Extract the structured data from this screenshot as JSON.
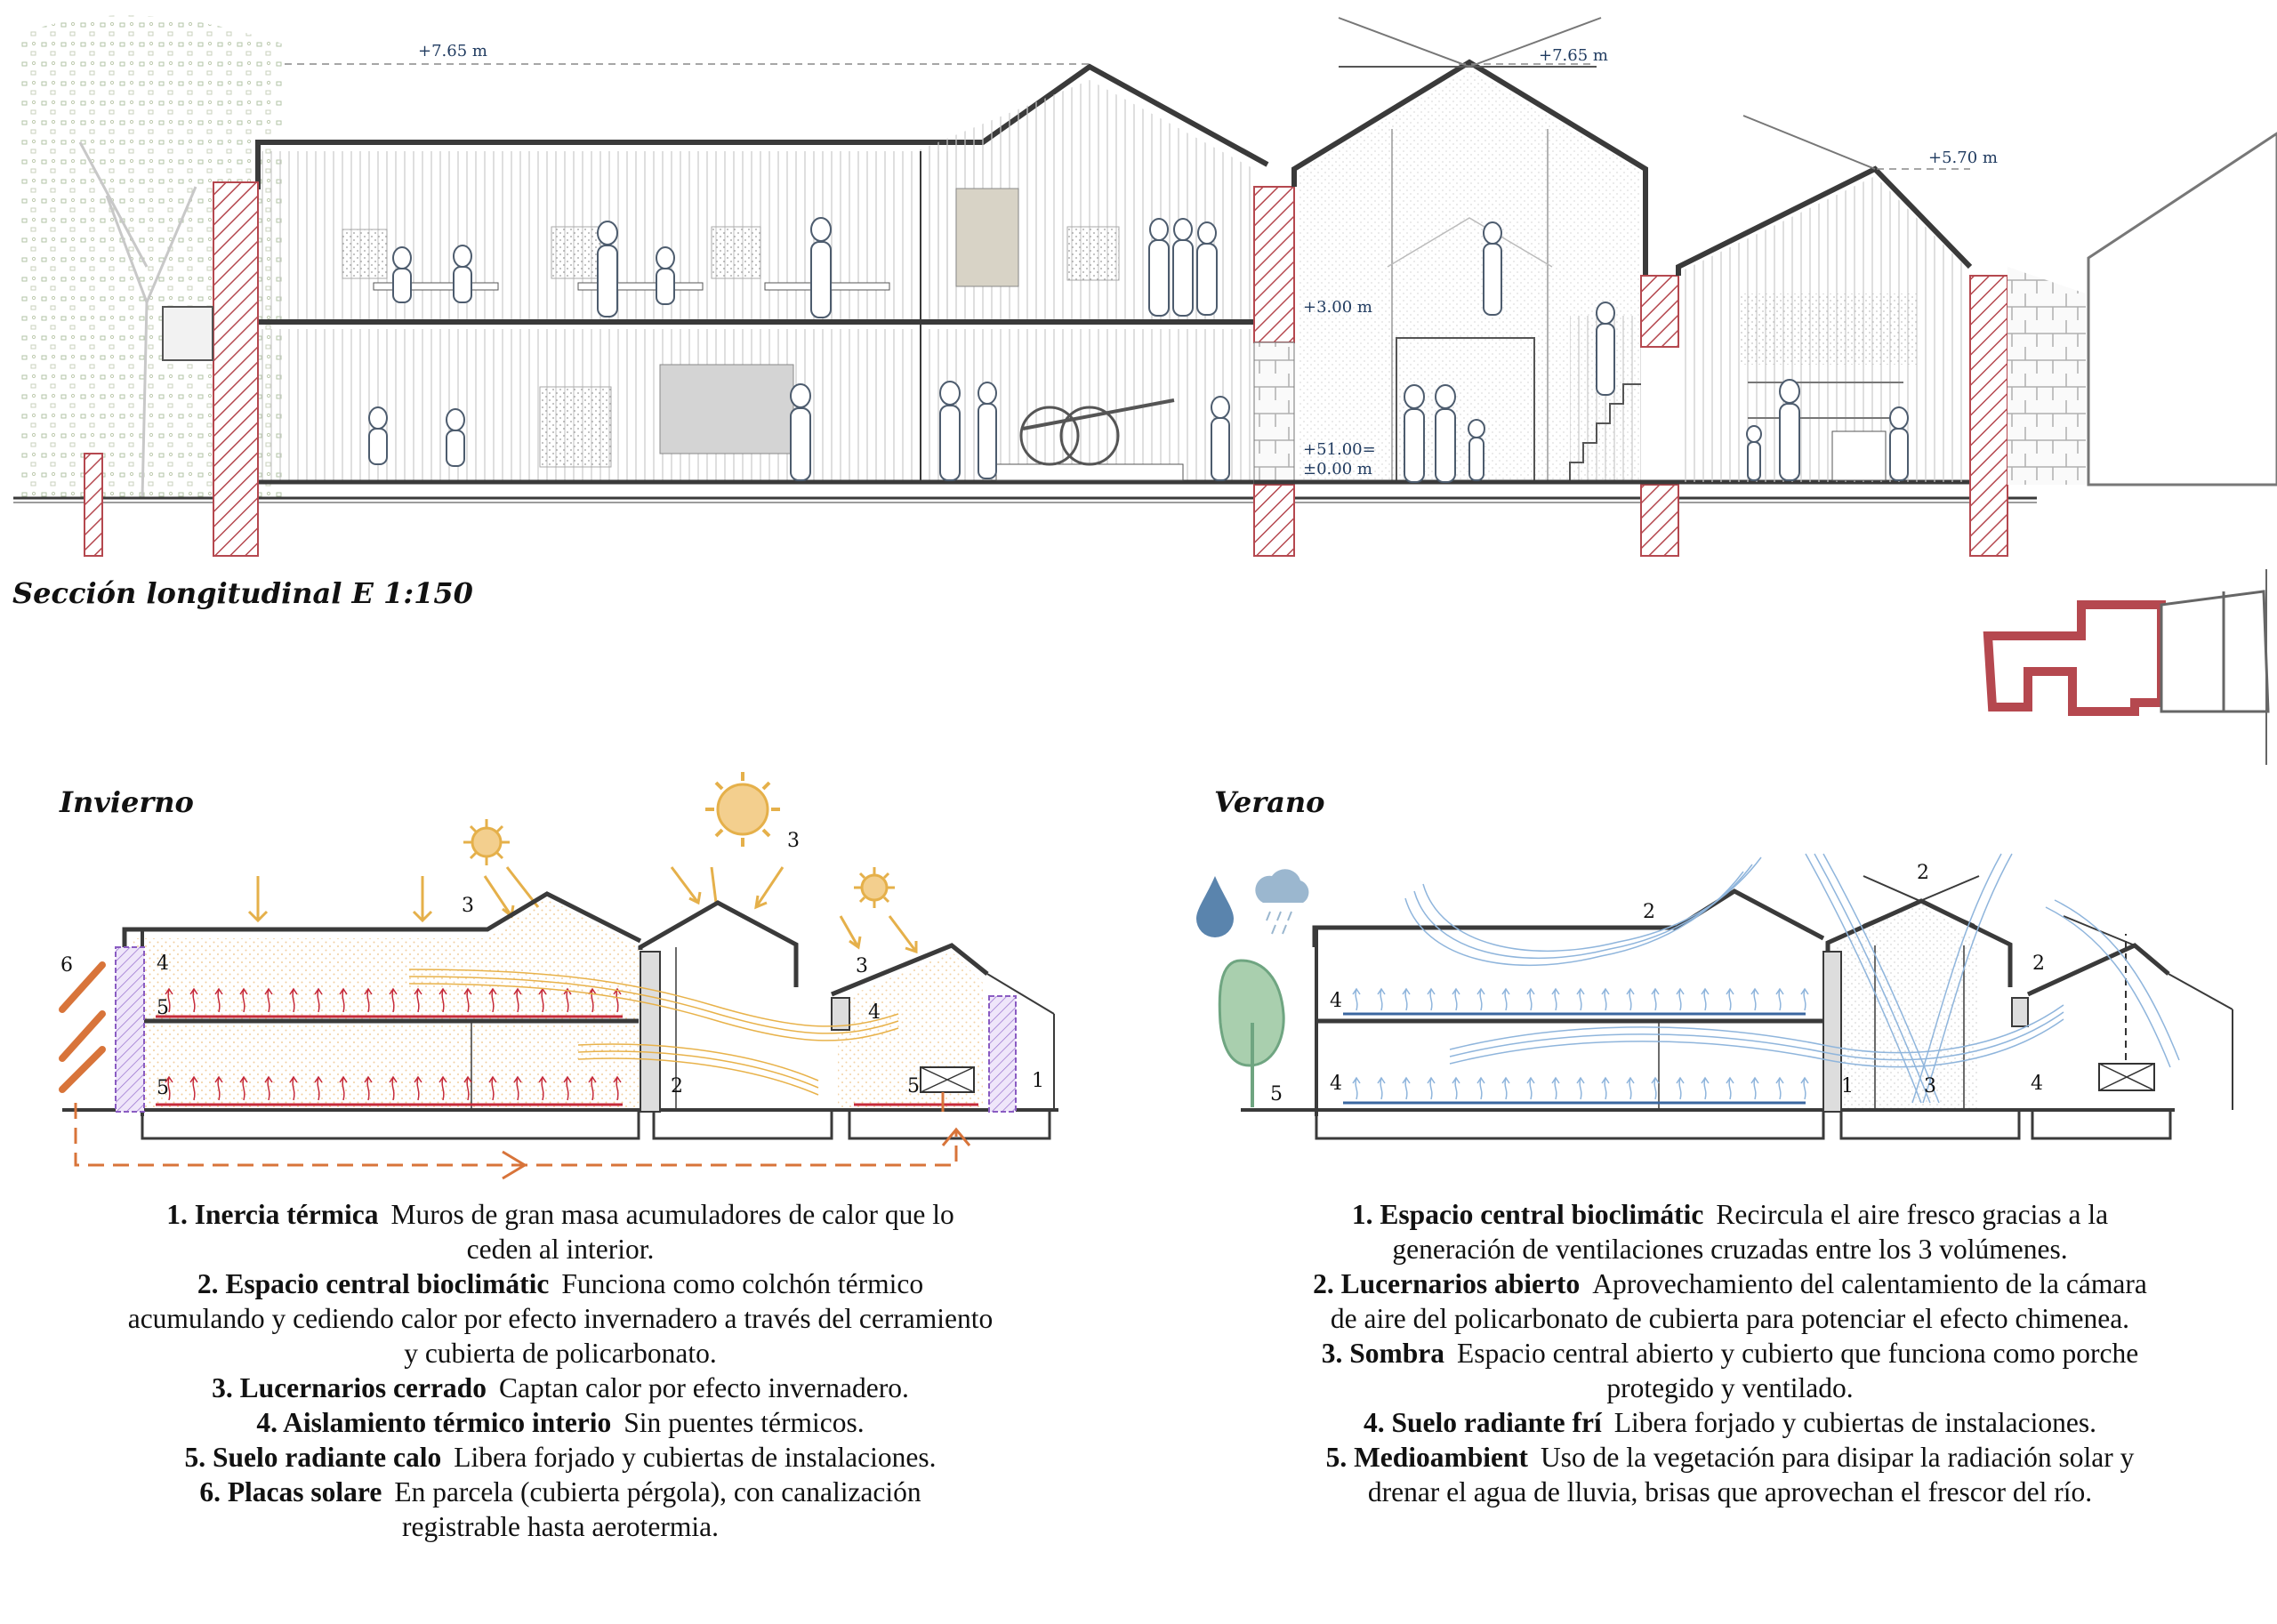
{
  "section": {
    "title": "Sección longitudinal  E 1:150",
    "levels": [
      "+7.65 m",
      "+7.65 m",
      "+5.70 m",
      "+3.00 m",
      "+51.00=",
      "±0.00 m"
    ]
  },
  "winter": {
    "title": "Invierno",
    "labels": [
      "6",
      "4",
      "5",
      "5",
      "3",
      "3",
      "3",
      "4",
      "2",
      "5",
      "1"
    ],
    "items": [
      {
        "title": "1. Inercia térmica",
        "lines": [
          "Muros de gran masa acumuladores de calor que lo",
          "ceden al interior."
        ]
      },
      {
        "title": "2. Espacio central bioclimátic",
        "lines": [
          "Funciona como colchón térmico",
          "acumulando y cediendo calor por efecto invernadero a través del cerramiento",
          "y cubierta de policarbonato."
        ]
      },
      {
        "title": "3. Lucernarios cerrado",
        "lines": [
          "Captan calor por efecto invernadero."
        ]
      },
      {
        "title": "4. Aislamiento térmico interio",
        "lines": [
          "Sin puentes térmicos."
        ]
      },
      {
        "title": "5. Suelo radiante calo",
        "lines": [
          "Libera forjado y cubiertas de instalaciones."
        ]
      },
      {
        "title": "6. Placas solare",
        "lines": [
          "En parcela (cubierta pérgola), con canalización",
          "registrable hasta aerotermia."
        ]
      }
    ]
  },
  "summer": {
    "title": "Verano",
    "labels": [
      "2",
      "2",
      "2",
      "4",
      "4",
      "5",
      "1",
      "3",
      "4"
    ],
    "items": [
      {
        "title": "1. Espacio central bioclimátic",
        "lines": [
          "Recircula el aire fresco gracias a la",
          "generación de ventilaciones cruzadas entre los 3 volúmenes."
        ]
      },
      {
        "title": "2. Lucernarios abierto",
        "lines": [
          "Aprovechamiento del calentamiento de la cámara",
          "de aire del policarbonato de cubierta para potenciar el efecto chimenea."
        ]
      },
      {
        "title": "3. Sombra",
        "lines": [
          "Espacio central abierto y cubierto que funciona como porche",
          "protegido y ventilado."
        ]
      },
      {
        "title": "4. Suelo radiante frí",
        "lines": [
          "Libera forjado y cubiertas de instalaciones."
        ]
      },
      {
        "title": "5. Medioambient",
        "lines": [
          "Uso de la vegetación para disipar la radiación solar y",
          "drenar el agua de lluvia, brisas que aprovechan el frescor del río."
        ]
      }
    ]
  },
  "colors": {
    "line": "#3a3a3a",
    "hatch": "#b5484f",
    "level": "#1f3a5f",
    "sun": "#e5b04a",
    "sun_fill": "#f3cf8e",
    "heat": "#c62a3a",
    "duct": "#d8743a",
    "insulation": "#8a5cc2",
    "air": "#8fb5dc",
    "cold_floor": "#3b67a0",
    "tree": "#6fa581",
    "drop": "#5a84ad"
  }
}
